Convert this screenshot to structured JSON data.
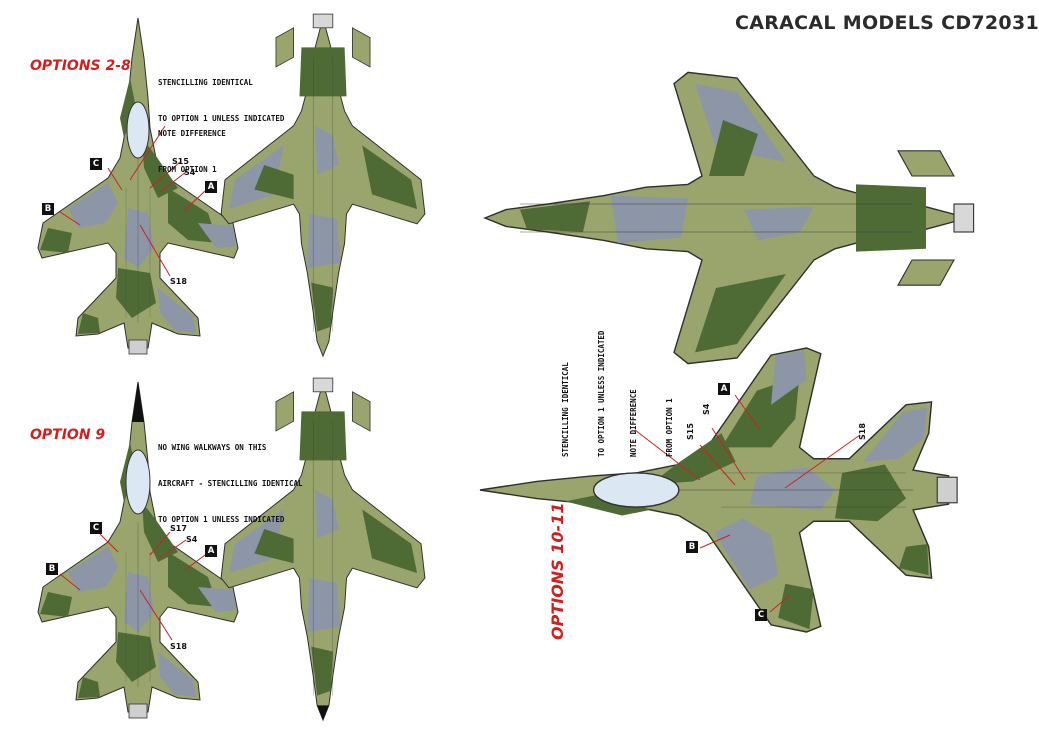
{
  "header": {
    "brand": "CARACAL MODELS CD72031"
  },
  "panel_top_left": {
    "option_title": "OPTIONS 2-8",
    "note_stencil": [
      "STENCILLING IDENTICAL",
      "TO OPTION 1 UNLESS INDICATED"
    ],
    "note_difference": [
      "NOTE DIFFERENCE",
      "FROM OPTION 1"
    ],
    "callouts": {
      "a": "A",
      "b": "B",
      "c": "C",
      "s15": "S15",
      "s4": "S4",
      "s18": "S18"
    }
  },
  "panel_bottom_left": {
    "option_title": "OPTION 9",
    "note_walkways": [
      "NO WING WALKWAYS ON THIS",
      "AIRCRAFT - STENCILLING IDENTICAL",
      "TO OPTION 1 UNLESS INDICATED"
    ],
    "callouts": {
      "a": "A",
      "b": "B",
      "c": "C",
      "s17": "S17",
      "s4": "S4",
      "s18": "S18"
    }
  },
  "panel_right": {
    "option_title": "OPTIONS 10-11",
    "note_stencil": [
      "STENCILLING IDENTICAL",
      "TO OPTION 1 UNLESS INDICATED"
    ],
    "note_difference": [
      "NOTE DIFFERENCE",
      "FROM OPTION 1"
    ],
    "callouts": {
      "a": "A",
      "b": "B",
      "c": "C",
      "s15": "S15",
      "s4": "S4",
      "s18": "S18"
    }
  },
  "colors": {
    "paper": "#ffffff",
    "camo_olive": "#9aa56e",
    "camo_green": "#4f6b35",
    "camo_grey": "#8c96a6",
    "option_red": "#d11f1f",
    "canopy": "#dbe7f2",
    "radome_black": "#111111"
  }
}
